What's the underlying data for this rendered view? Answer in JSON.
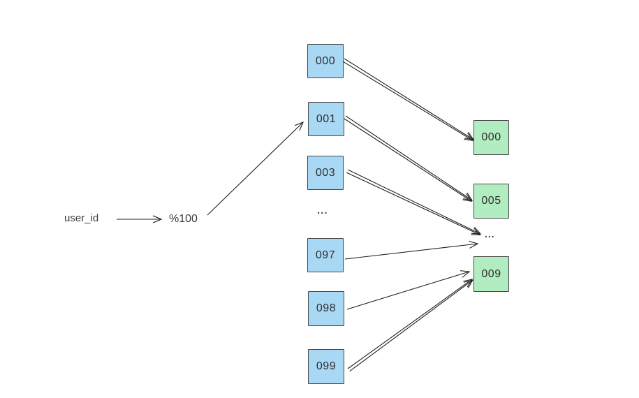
{
  "diagram": {
    "source_label": "user_id",
    "operation_label": "%100",
    "left_column": {
      "items": [
        {
          "id": "b000",
          "label": "000"
        },
        {
          "id": "b001",
          "label": "001"
        },
        {
          "id": "b003",
          "label": "003"
        },
        {
          "id": "bdots",
          "label": "..."
        },
        {
          "id": "b097",
          "label": "097"
        },
        {
          "id": "b098",
          "label": "098"
        },
        {
          "id": "b099",
          "label": "099"
        }
      ]
    },
    "right_column": {
      "items": [
        {
          "id": "g000",
          "label": "000"
        },
        {
          "id": "g005",
          "label": "005"
        },
        {
          "id": "gdots",
          "label": "..."
        },
        {
          "id": "g009",
          "label": "009"
        }
      ]
    },
    "edges": [
      {
        "from": "user_id",
        "to": "%100",
        "style": "single"
      },
      {
        "from": "%100",
        "to": "b001",
        "style": "single"
      },
      {
        "from": "b000",
        "to": "g000",
        "style": "double"
      },
      {
        "from": "b001",
        "to": "g005",
        "style": "double"
      },
      {
        "from": "b003",
        "to": "gdots",
        "style": "double"
      },
      {
        "from": "b097",
        "to": "gdots",
        "style": "single"
      },
      {
        "from": "b098",
        "to": "g009",
        "style": "single"
      },
      {
        "from": "b099",
        "to": "g009",
        "style": "double"
      }
    ],
    "colors": {
      "shard_fill": "#a9d8f5",
      "db_fill": "#b2ecc1",
      "node_border": "#474747",
      "arrow": "#1f1f1f",
      "text": "#2e2e2e"
    }
  }
}
